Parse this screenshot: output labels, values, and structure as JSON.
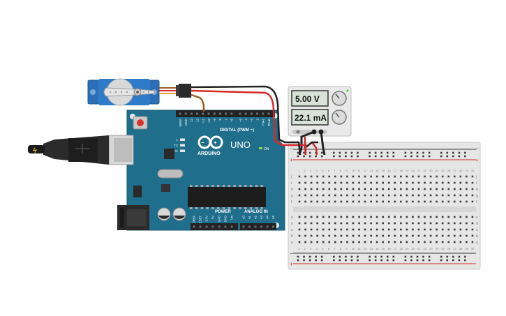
{
  "power_supply": {
    "voltage": "5.00 V",
    "current": "22.1 mA"
  },
  "arduino": {
    "brand": "ARDUINO",
    "model": "UNO",
    "on_label": "ON",
    "digital_header": "DIGITAL (PWM ~)",
    "power_header": "POWER",
    "analog_header": "ANALOG IN",
    "digital_pins": [
      "AREF",
      "GND",
      "13",
      "12",
      "~11",
      "~10",
      "~9",
      "8",
      "7",
      "~6",
      "~5",
      "4",
      "~3",
      "2",
      "TX▸1",
      "RX◂0"
    ],
    "power_pins": [
      "IOREF",
      "RESET",
      "3.3V",
      "5V",
      "GND",
      "GND",
      "Vin"
    ],
    "analog_pins": [
      "A0",
      "A1",
      "A2",
      "A3",
      "A4",
      "A5"
    ],
    "leds": [
      "L",
      "TX",
      "RX"
    ]
  },
  "breadboard": {
    "columns": [
      "1",
      "2",
      "3",
      "4",
      "5",
      "6",
      "7",
      "8",
      "9",
      "10",
      "11",
      "12",
      "13",
      "14",
      "15",
      "16",
      "17",
      "18",
      "19",
      "20",
      "21",
      "22",
      "23",
      "24",
      "25",
      "26",
      "27",
      "28",
      "29",
      "30"
    ],
    "rows_top": [
      "j",
      "i",
      "h",
      "g",
      "f"
    ],
    "rows_bottom": [
      "e",
      "d",
      "c",
      "b",
      "a"
    ],
    "rail_plus": "+",
    "rail_minus": "−"
  },
  "colors": {
    "arduino_blue": "#1f6e8c",
    "wire_red": "#d42a2a",
    "wire_black": "#222222",
    "wire_brown": "#9a5a1e",
    "servo_blue": "#2a6fb8",
    "breadboard": "#e8e8e8"
  }
}
